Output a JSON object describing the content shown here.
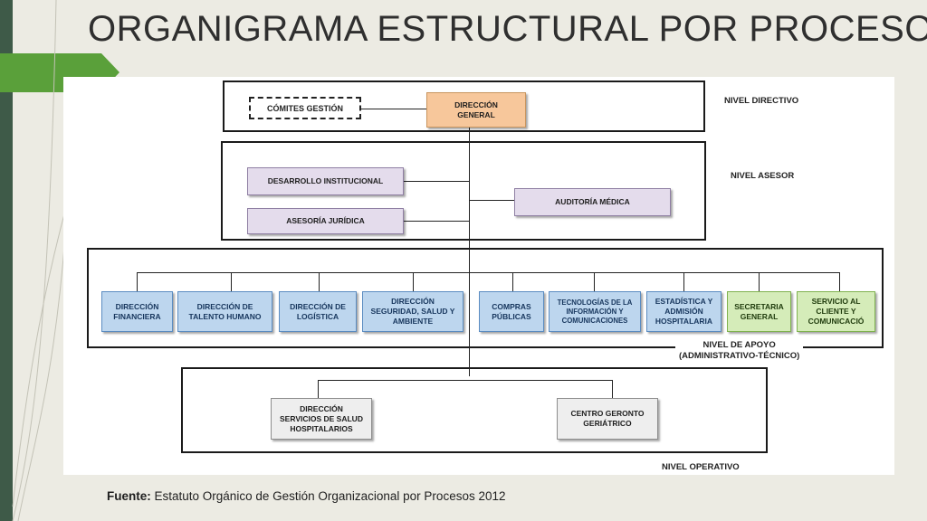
{
  "slide": {
    "title": "ORGANIGRAMA ESTRUCTURAL POR PROCESOS",
    "source_label": "Fuente:",
    "source_text": "Estatuto Orgánico de Gestión Organizacional por Procesos 2012"
  },
  "colors": {
    "accent_green": "#5aa03a",
    "sidebar_dark": "#3e5a48",
    "box_orange": "#f7c79b",
    "box_lavender": "#e4dcec",
    "box_blue": "#bdd6ee",
    "box_green": "#d5ecb9",
    "box_gray": "#eeeeee"
  },
  "levels": {
    "directivo": "NIVEL DIRECTIVO",
    "asesor": "NIVEL ASESOR",
    "apoyo": "NIVEL DE APOYO\n(ADMINISTRATIVO-TÉCNICO)",
    "operativo": "NIVEL OPERATIVO"
  },
  "directivo": {
    "comites": "CÓMITES GESTIÓN",
    "direccion_general": "DIRECCIÓN\nGENERAL"
  },
  "asesor": {
    "desarrollo": "DESARROLLO INSTITUCIONAL",
    "asesoria": "ASESORÍA JURÍDICA",
    "auditoria": "AUDITORÍA MÉDICA"
  },
  "apoyo": [
    "DIRECCIÓN\nFINANCIERA",
    "DIRECCIÓN DE\nTALENTO HUMANO",
    "DIRECCIÓN DE\nLOGÍSTICA",
    "DIRECCIÓN\nSEGURIDAD, SALUD Y\nAMBIENTE",
    "COMPRAS\nPÚBLICAS",
    "TECNOLOGÍAS DE LA\nINFORMACIÓN Y\nCOMUNICACIONES",
    "ESTADÍSTICA Y\nADMISIÓN\nHOSPITALARIA",
    "SECRETARIA\nGENERAL",
    "SERVICIO AL\nCLIENTE Y\nCOMUNICACIÓ"
  ],
  "operativo": {
    "servicios": "DIRECCIÓN\nSERVICIOS DE SALUD\nHOSPITALARIOS",
    "gerontogeriatrico": "CENTRO GERONTO\nGERIÁTRICO"
  }
}
